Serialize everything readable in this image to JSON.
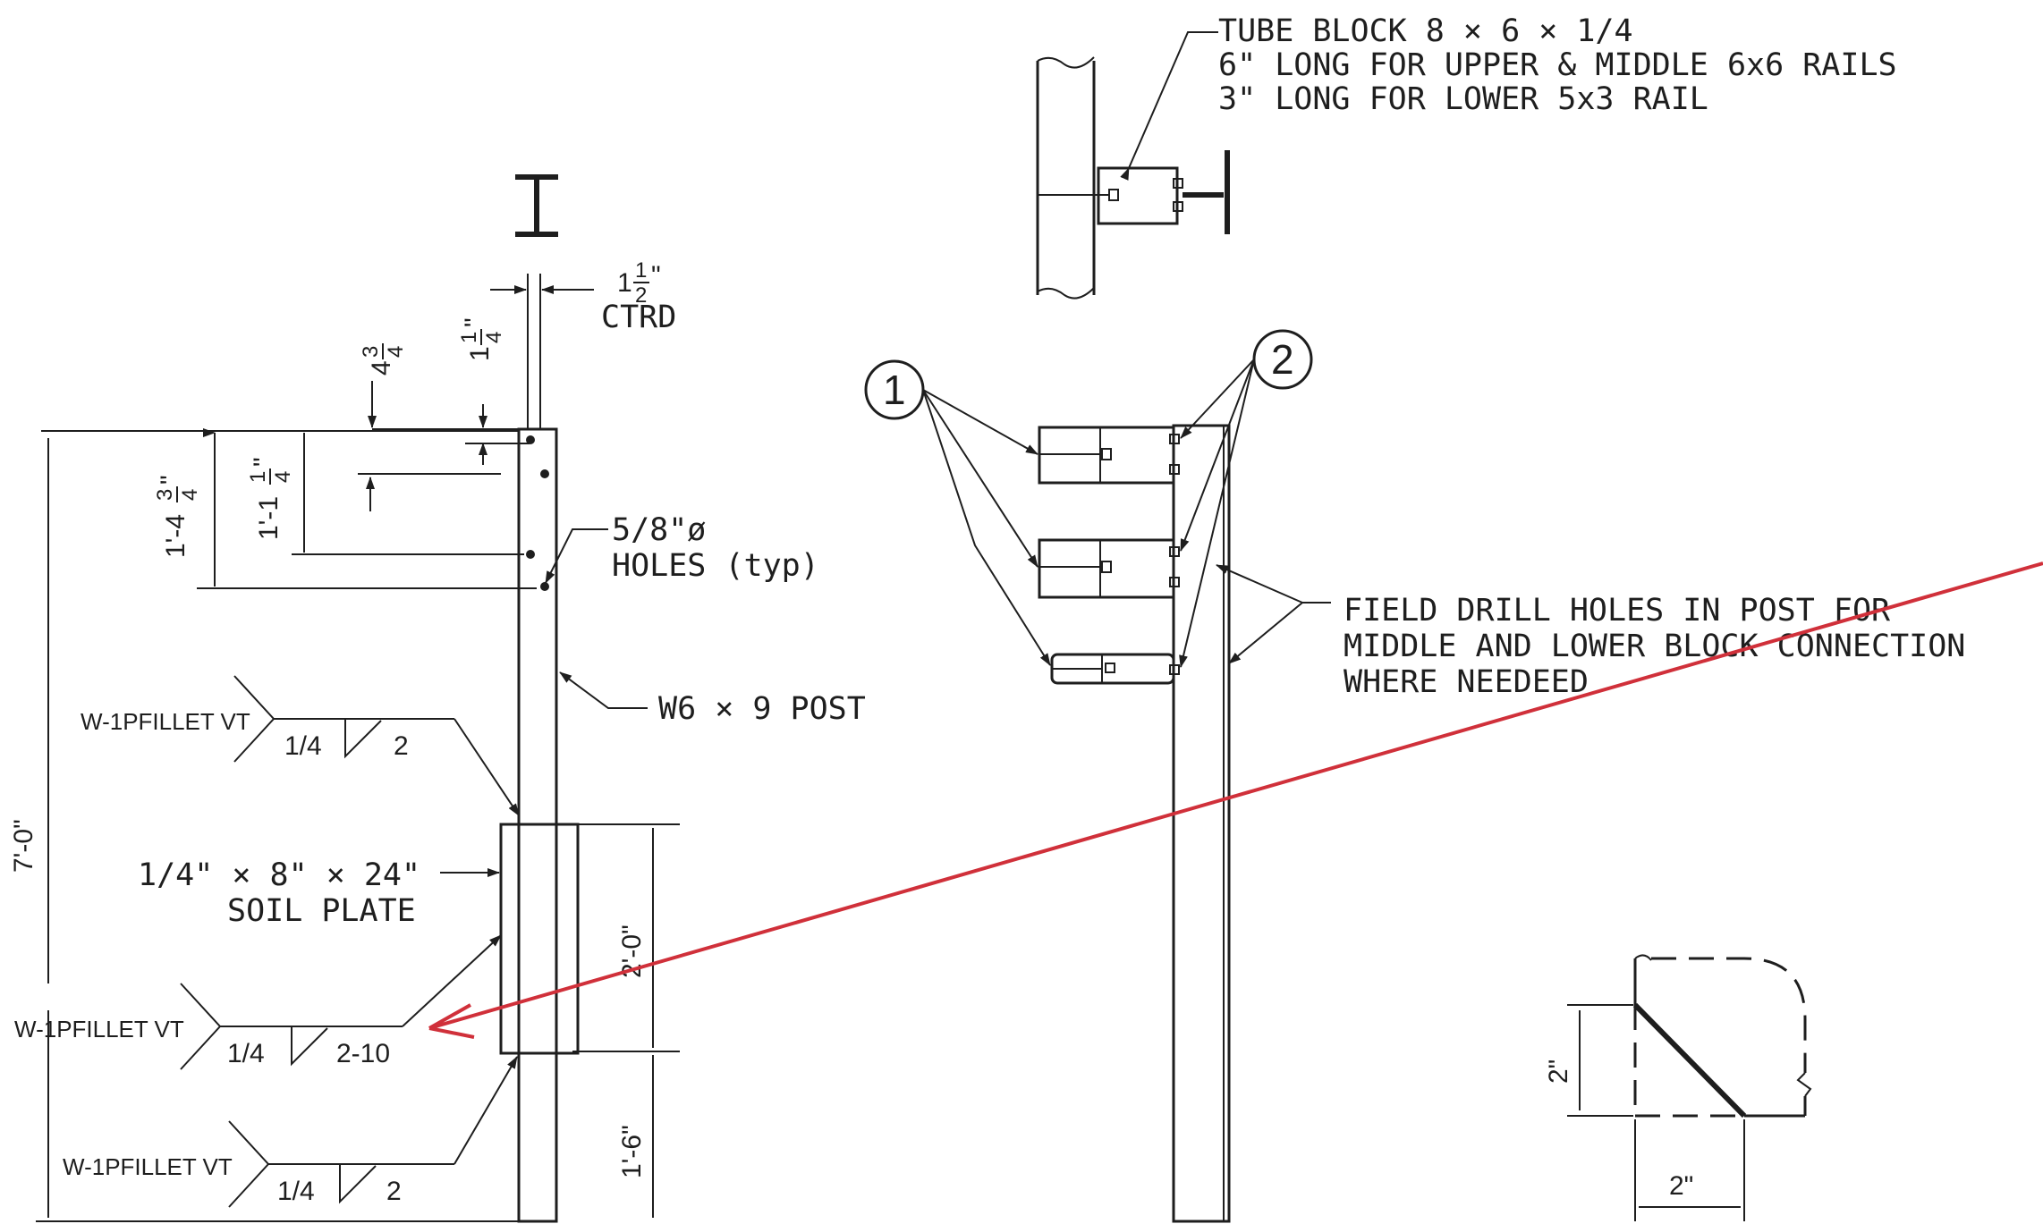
{
  "tube_block": {
    "line1": "TUBE BLOCK 8 × 6 × 1/4",
    "line2": "6\" LONG FOR UPPER & MIDDLE 6x6 RAILS",
    "line3": "3\" LONG FOR LOWER 5x3 RAIL"
  },
  "top_dims": {
    "flange_whole": "1",
    "flange_frac_num": "1",
    "flange_frac_den": "2",
    "flange_unit": "\"",
    "ctrd": "CTRD",
    "d1_whole": "4",
    "d1_num": "3",
    "d1_den": "4",
    "d2_whole": "1",
    "d2_num": "1",
    "d2_den": "4",
    "d2_unit": "\""
  },
  "side_dims": {
    "d3_whole": "1'-4",
    "d3_num": "3",
    "d3_den": "4",
    "d3_unit": "\"",
    "d4_whole": "1'-1",
    "d4_num": "1",
    "d4_den": "4",
    "d4_unit": "\"",
    "overall": "7'-0\"",
    "plate_len": "2'-0\"",
    "embed": "1'-6\""
  },
  "holes": {
    "line1": "5/8\"ø",
    "line2": "HOLES (typ)"
  },
  "post_label": "W6 × 9 POST",
  "soil_plate": {
    "line1": "1/4\" × 8\" × 24\"",
    "line2": "SOIL PLATE"
  },
  "welds": [
    {
      "tag": "W-1PFILLET VT",
      "size": "1/4",
      "length": "2"
    },
    {
      "tag": "W-1PFILLET VT",
      "size": "1/4",
      "length": "2-10"
    },
    {
      "tag": "W-1PFILLET VT",
      "size": "1/4",
      "length": "2"
    }
  ],
  "callouts": {
    "c1": "1",
    "c2": "2"
  },
  "field_drill": {
    "line1": "FIELD DRILL HOLES IN POST FOR",
    "line2": "MIDDLE AND LOWER BLOCK CONNECTION",
    "line3": "WHERE NEEDEED"
  },
  "chamfer": {
    "vertical": "2\"",
    "horizontal": "2\""
  },
  "colors": {
    "ink": "#1e1e1e",
    "annotation_arrow": "#d0303a"
  }
}
